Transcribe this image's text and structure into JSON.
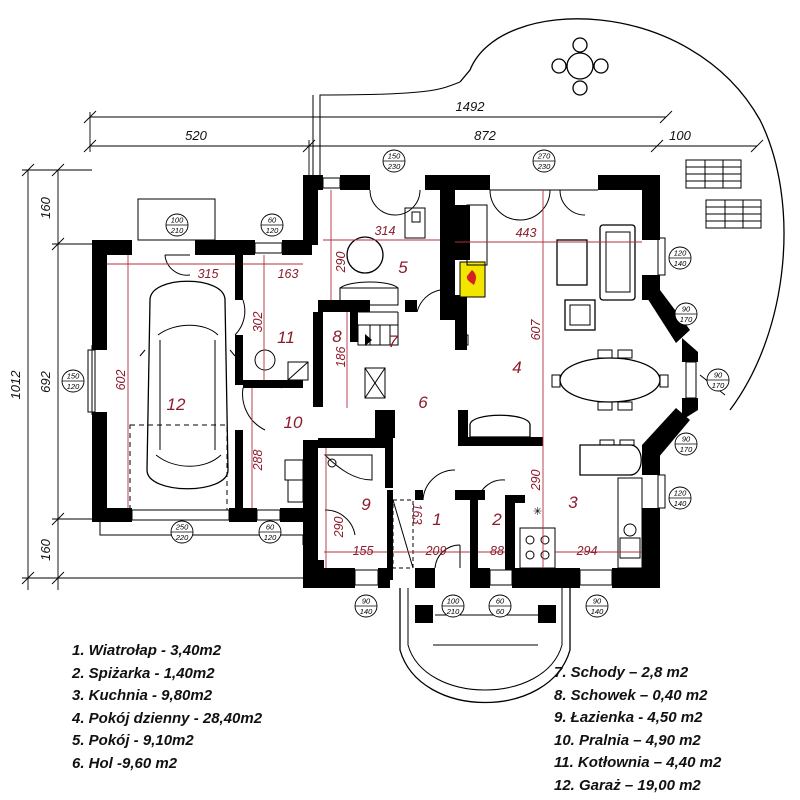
{
  "dimensions": {
    "total_width": "1492",
    "garage_width": "520",
    "house_width": "872",
    "terrace_offset": "100",
    "total_depth": "1012",
    "top_margin": "160",
    "middle_depth": "692",
    "bottom_margin": "160"
  },
  "room_numbers": [
    "1",
    "2",
    "3",
    "4",
    "5",
    "6",
    "7",
    "8",
    "9",
    "10",
    "11",
    "12"
  ],
  "room_dims": {
    "r315": "315",
    "r163": "163",
    "r314": "314",
    "r443": "443",
    "r290a": "290",
    "r302": "302",
    "r186": "186",
    "r607": "607",
    "r602": "602",
    "r288": "288",
    "r290b": "290",
    "r290c": "290",
    "r155": "155",
    "r163b": "163",
    "r209": "209",
    "r88": "88",
    "r294": "294"
  },
  "windows": [
    {
      "id": "w1",
      "top": "100",
      "bottom": "210"
    },
    {
      "id": "w2",
      "top": "60",
      "bottom": "120"
    },
    {
      "id": "w3",
      "top": "150",
      "bottom": "230"
    },
    {
      "id": "w4",
      "top": "270",
      "bottom": "230"
    },
    {
      "id": "w5",
      "top": "120",
      "bottom": "140"
    },
    {
      "id": "w6",
      "top": "90",
      "bottom": "170"
    },
    {
      "id": "w7",
      "top": "90",
      "bottom": "170"
    },
    {
      "id": "w8",
      "top": "90",
      "bottom": "170"
    },
    {
      "id": "w9",
      "top": "120",
      "bottom": "140"
    },
    {
      "id": "w10",
      "top": "150",
      "bottom": "120"
    },
    {
      "id": "w11",
      "top": "250",
      "bottom": "220"
    },
    {
      "id": "w12",
      "top": "60",
      "bottom": "120"
    },
    {
      "id": "w13",
      "top": "90",
      "bottom": "140"
    },
    {
      "id": "w14",
      "top": "100",
      "bottom": "210"
    },
    {
      "id": "w15",
      "top": "60",
      "bottom": "60"
    },
    {
      "id": "w16",
      "top": "90",
      "bottom": "140"
    }
  ],
  "legend_left": [
    "1. Wiatrołap - 3,40m2",
    "2. Spiżarka - 1,40m2",
    "3. Kuchnia - 9,80m2",
    "4. Pokój dzienny - 28,40m2",
    "5. Pokój - 9,10m2",
    "6. Hol -9,60 m2"
  ],
  "legend_right": [
    "7. Schody – 2,8 m2",
    "8. Schowek – 0,40 m2",
    "9. Łazienka - 4,50 m2",
    "10. Pralnia – 4,90 m2",
    "11. Kotłownia – 4,40 m2",
    "12. Garaż – 19,00 m2"
  ],
  "colors": {
    "wall": "#000000",
    "room_label": "#8a1c2c",
    "fireplace": "#f2e600",
    "flame": "#d42020"
  }
}
